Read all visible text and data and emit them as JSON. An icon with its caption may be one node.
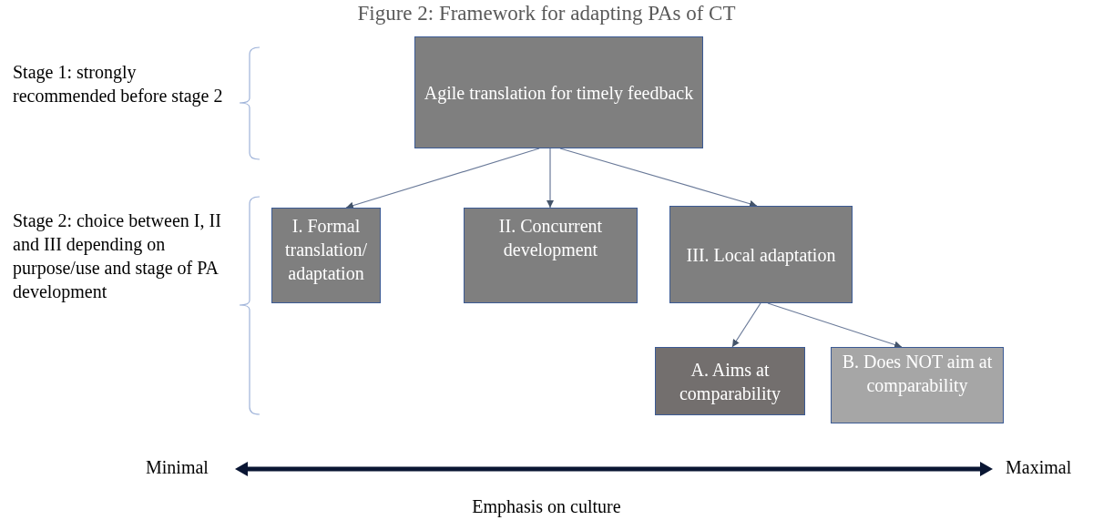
{
  "diagram": {
    "title": "Figure 2: Framework for adapting PAs of CT",
    "nodes": [
      {
        "text": [
          "Agile translation for timely feedback"
        ]
      },
      {
        "text": [
          "I. Formal translation/ adaptation"
        ]
      },
      {
        "text": [
          "II. Concurrent development"
        ]
      },
      {
        "text": [
          "III. Local adaptation"
        ]
      },
      {
        "text": [
          "A. Aims at comparability"
        ]
      },
      {
        "text": [
          "B. Does NOT aim at comparability"
        ]
      }
    ],
    "edges": [
      {
        "from": 0,
        "to": 1,
        "arrow": "to"
      },
      {
        "from": 0,
        "to": 2,
        "arrow": "to"
      },
      {
        "from": 0,
        "to": 3,
        "arrow": "to"
      },
      {
        "from": 3,
        "to": 4,
        "arrow": "to"
      },
      {
        "from": 3,
        "to": 5,
        "arrow": "to"
      }
    ],
    "labels": [
      "Stage 1: strongly recommended before stage 2",
      "Stage 2: choice between I, II and III depending on purpose/use and stage of PA development",
      "Minimal",
      "Maximal",
      "Emphasis on culture"
    ]
  }
}
